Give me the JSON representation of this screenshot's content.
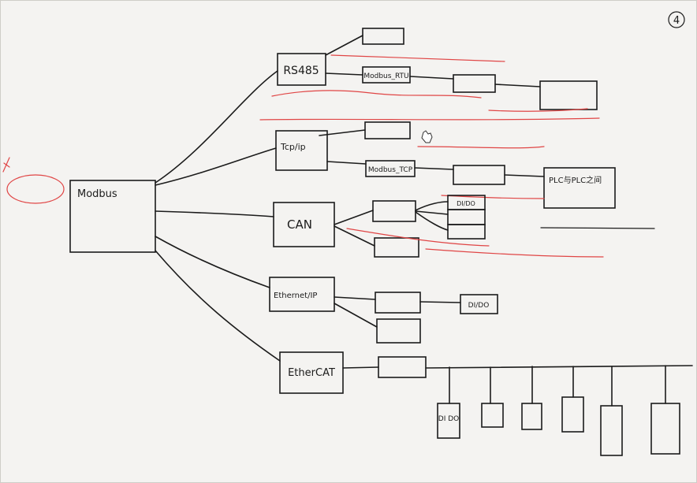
{
  "page_number": "4",
  "side_note": "",
  "root": {
    "line1": "Modbus",
    "line2": ""
  },
  "branches": {
    "rs485": "RS485",
    "tcp": "Tcp/ip",
    "can": "CAN",
    "ethernet_ip": "Ethernet/IP",
    "ethercat": "EtherCAT"
  },
  "rs485": {
    "sub_top": "",
    "sub_mid": "Modbus_RTU",
    "sub_right": "",
    "sub_far": ""
  },
  "tcp": {
    "sub_top": "",
    "sub_mid": "Modbus_TCP",
    "sub_right": "",
    "plc_note_1": "PLC与PLC之间",
    "plc_note_2": "",
    "plc_note_3": ""
  },
  "can": {
    "master": "",
    "slave": "",
    "io1": "DI/DO",
    "io2": "",
    "io3": ""
  },
  "ethernet": {
    "master": "",
    "slave": "",
    "io": "DI/DO"
  },
  "ethercat": {
    "master": "",
    "devices": [
      "DI DO",
      "",
      "",
      "",
      "",
      ""
    ]
  }
}
